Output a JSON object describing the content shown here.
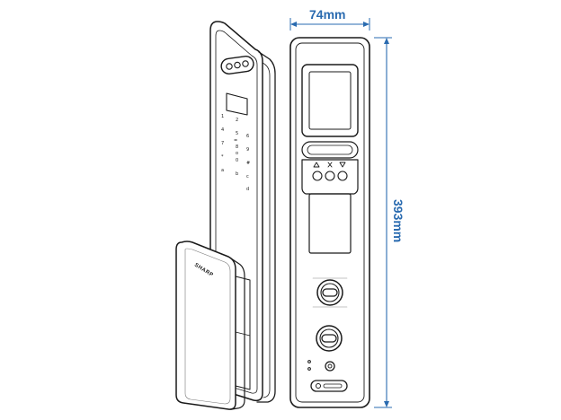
{
  "diagram": {
    "width_label": "74mm",
    "height_label": "393mm",
    "brand": "SHARP",
    "dimension_color": "#2a6bb0",
    "line_color": "#1a1a1a"
  }
}
